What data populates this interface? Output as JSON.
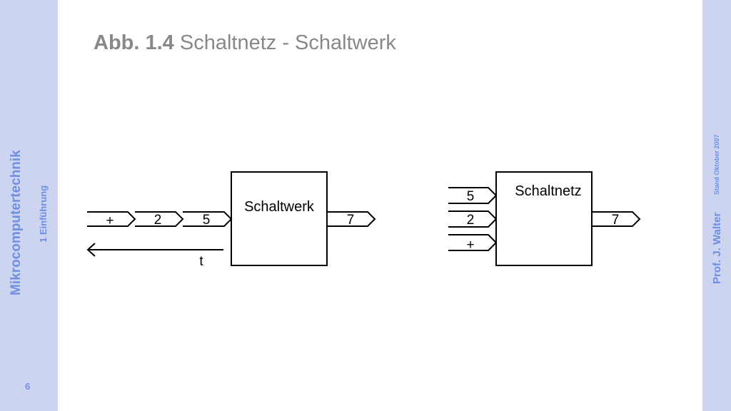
{
  "sidebar": {
    "course_title": "Mikrocomputertechnik",
    "chapter": "1 Einführung",
    "page_number": "6"
  },
  "right_sidebar": {
    "author": "Prof. J. Walter",
    "date": "Stand Oktober 2007"
  },
  "slide": {
    "title_prefix": "Abb. 1.4",
    "title_rest": "Schaltnetz - Schaltwerk"
  },
  "diagram": {
    "schaltwerk": {
      "label": "Schaltwerk",
      "inputs": [
        "+",
        "2",
        "5"
      ],
      "output": "7",
      "time_label": "t"
    },
    "schaltnetz": {
      "label": "Schaltnetz",
      "inputs": [
        "5",
        "2",
        "+"
      ],
      "output": "7"
    }
  }
}
